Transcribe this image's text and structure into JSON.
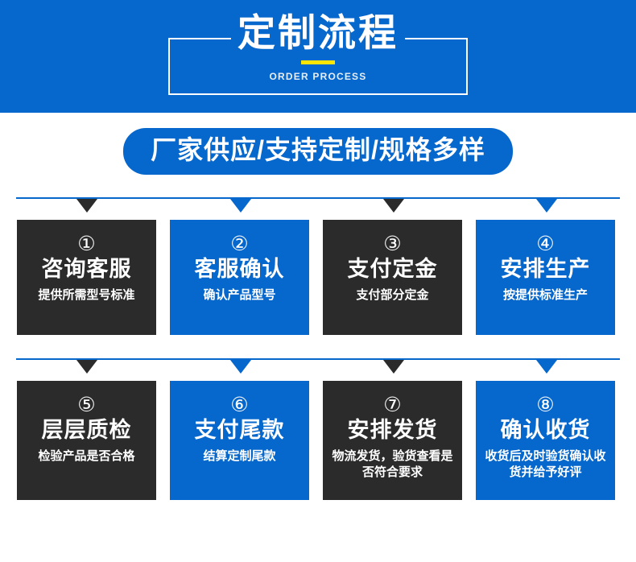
{
  "banner": {
    "title": "定制流程",
    "subtitle": "ORDER PROCESS",
    "bg_color": "#0667cc",
    "accent_color": "#ffe600",
    "text_color": "#ffffff"
  },
  "pill": {
    "label": "厂家供应/支持定制/规格多样",
    "bg_color": "#0667cc",
    "text_color": "#ffffff"
  },
  "flow": {
    "rule_color": "#0667cc",
    "dark_color": "#2b2b2b",
    "blue_color": "#0667cc",
    "rows": [
      {
        "steps": [
          {
            "num": "①",
            "title": "咨询客服",
            "desc": "提供所需型号标准",
            "style": "dark"
          },
          {
            "num": "②",
            "title": "客服确认",
            "desc": "确认产品型号",
            "style": "blue"
          },
          {
            "num": "③",
            "title": "支付定金",
            "desc": "支付部分定金",
            "style": "dark"
          },
          {
            "num": "④",
            "title": "安排生产",
            "desc": "按提供标准生产",
            "style": "blue"
          }
        ]
      },
      {
        "steps": [
          {
            "num": "⑤",
            "title": "层层质检",
            "desc": "检验产品是否合格",
            "style": "dark"
          },
          {
            "num": "⑥",
            "title": "支付尾款",
            "desc": "结算定制尾款",
            "style": "blue"
          },
          {
            "num": "⑦",
            "title": "安排发货",
            "desc": "物流发货，验货查看是否符合要求",
            "style": "dark"
          },
          {
            "num": "⑧",
            "title": "确认收货",
            "desc": "收货后及时验货确认收货并给予好评",
            "style": "blue"
          }
        ]
      }
    ]
  }
}
